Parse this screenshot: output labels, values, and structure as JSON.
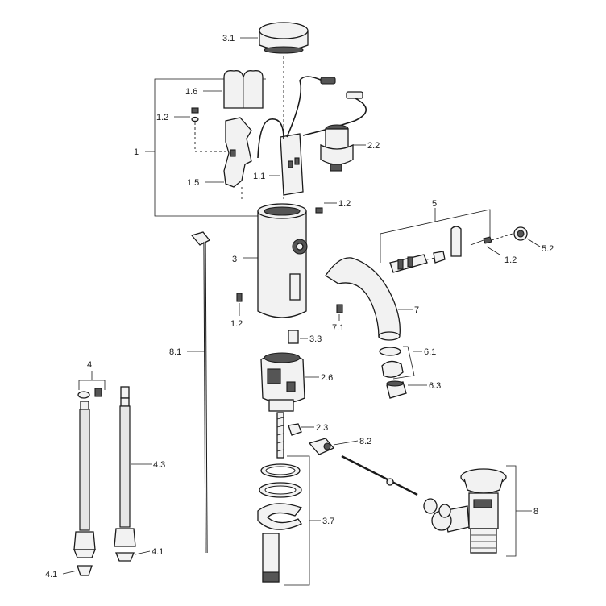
{
  "labels": {
    "l_3_1": "3.1",
    "l_1_6": "1.6",
    "l_1_2a": "1.2",
    "l_1": "1",
    "l_2_2": "2.2",
    "l_1_5": "1.5",
    "l_1_1": "1.1",
    "l_1_2b": "1.2",
    "l_5": "5",
    "l_3": "3",
    "l_5_2": "5.2",
    "l_1_2c": "1.2",
    "l_1_2d": "1.2",
    "l_7_1": "7.1",
    "l_7": "7",
    "l_3_3": "3.3",
    "l_8_1": "8.1",
    "l_6_1": "6.1",
    "l_4": "4",
    "l_2_6": "2.6",
    "l_6_3": "6.3",
    "l_2_3": "2.3",
    "l_8_2": "8.2",
    "l_4_3": "4.3",
    "l_8": "8",
    "l_3_7": "3.7",
    "l_4_1a": "4.1",
    "l_4_1b": "4.1"
  }
}
